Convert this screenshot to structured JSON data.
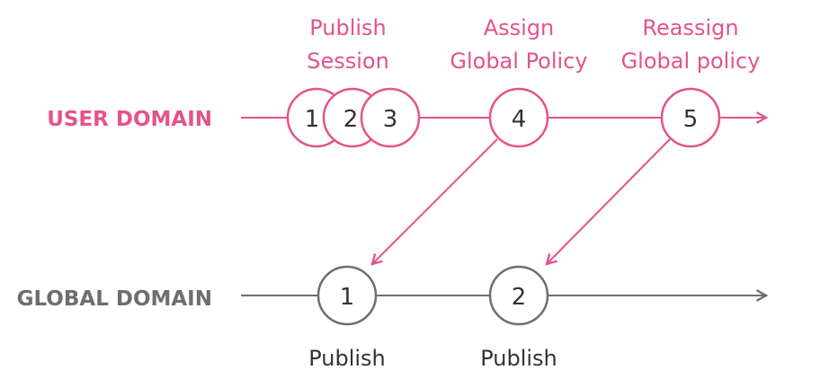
{
  "colors": {
    "user": "#e4538a",
    "global": "#6e6e6e",
    "text": "#333333"
  },
  "user_domain": {
    "label": "USER DOMAIN",
    "events": [
      {
        "number": "1"
      },
      {
        "number": "2"
      },
      {
        "number": "3"
      },
      {
        "number": "4"
      },
      {
        "number": "5"
      }
    ],
    "captions": [
      {
        "line1": "Publish",
        "line2": "Session"
      },
      {
        "line1": "Assign",
        "line2": "Global Policy"
      },
      {
        "line1": "Reassign",
        "line2": "Global policy"
      }
    ]
  },
  "global_domain": {
    "label": "GLOBAL DOMAIN",
    "events": [
      {
        "number": "1",
        "caption": "Publish"
      },
      {
        "number": "2",
        "caption": "Publish"
      }
    ]
  }
}
